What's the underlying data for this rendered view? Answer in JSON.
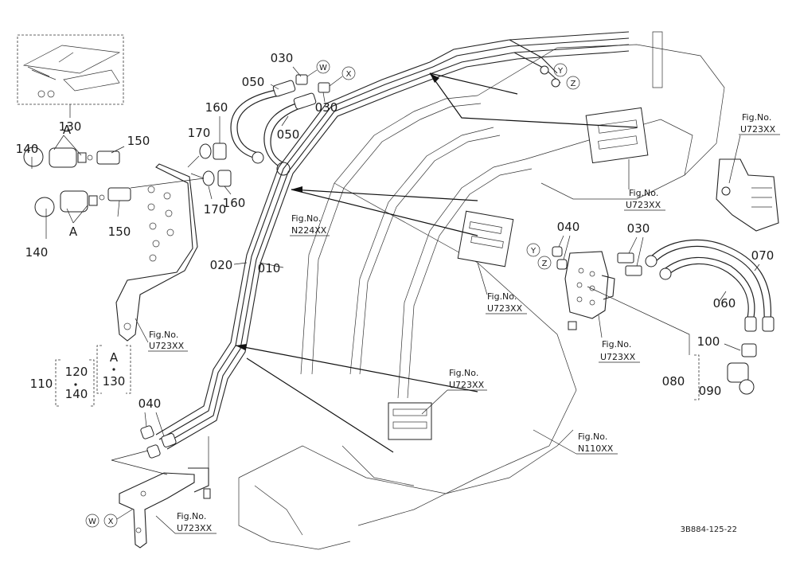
{
  "parts": {
    "p010": "010",
    "p020": "020",
    "p030a": "030",
    "p030b": "030",
    "p030c": "030",
    "p040a": "040",
    "p040b": "040",
    "p050a": "050",
    "p050b": "050",
    "p060": "060",
    "p070": "070",
    "p080": "080",
    "p090": "090",
    "p100": "100",
    "p110": "110",
    "p120": "120",
    "p130a": "130",
    "p130b": "130",
    "p140a": "140",
    "p140b": "140",
    "p140c": "140",
    "p150a": "150",
    "p150b": "150",
    "p160a": "160",
    "p160b": "160",
    "p170a": "170",
    "p170b": "170"
  },
  "letters": {
    "a1": "A",
    "a2": "A",
    "a3": "A",
    "w1": "W",
    "w2": "W",
    "x1": "X",
    "x2": "X",
    "y1": "Y",
    "y2": "Y",
    "z1": "Z",
    "z2": "Z"
  },
  "fig_refs": {
    "fig_label": "Fig.No.",
    "u723_top_right": "U723XX",
    "u723_upper_mid": "U723XX",
    "u723_center": "U723XX",
    "u723_right": "U723XX",
    "u723_mid": "U723XX",
    "u723_left": "U723XX",
    "u723_bottom": "U723XX",
    "n224": "N224XX",
    "n110": "N110XX"
  },
  "reference_code": "3B884-125-22"
}
